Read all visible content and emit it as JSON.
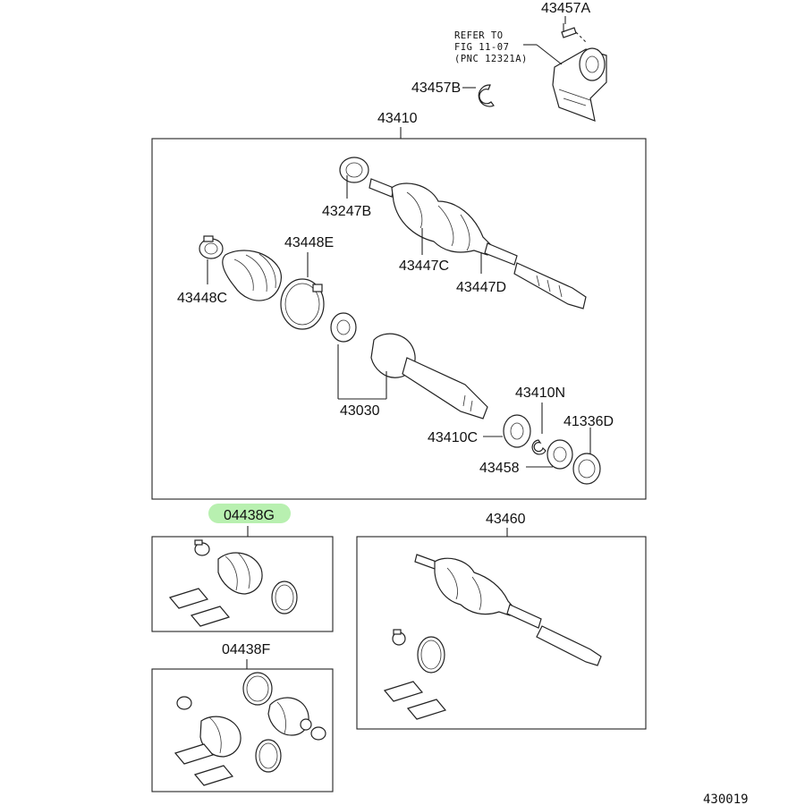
{
  "diagram": {
    "figure_number": "430019",
    "note": {
      "line1": "REFER TO",
      "line2": "FIG 11-07",
      "line3": "(PNC 12321A)"
    },
    "highlight_color": "#b8f0b0",
    "labels": {
      "p43457A": "43457A",
      "p43457B": "43457B",
      "p43410": "43410",
      "p43247B": "43247B",
      "p43448E": "43448E",
      "p43447C": "43447C",
      "p43447D": "43447D",
      "p43448C": "43448C",
      "p43030": "43030",
      "p43410N": "43410N",
      "p41336D": "41336D",
      "p43410C": "43410C",
      "p43458": "43458",
      "p04438G": "04438G",
      "p43460": "43460",
      "p04438F": "04438F"
    }
  }
}
